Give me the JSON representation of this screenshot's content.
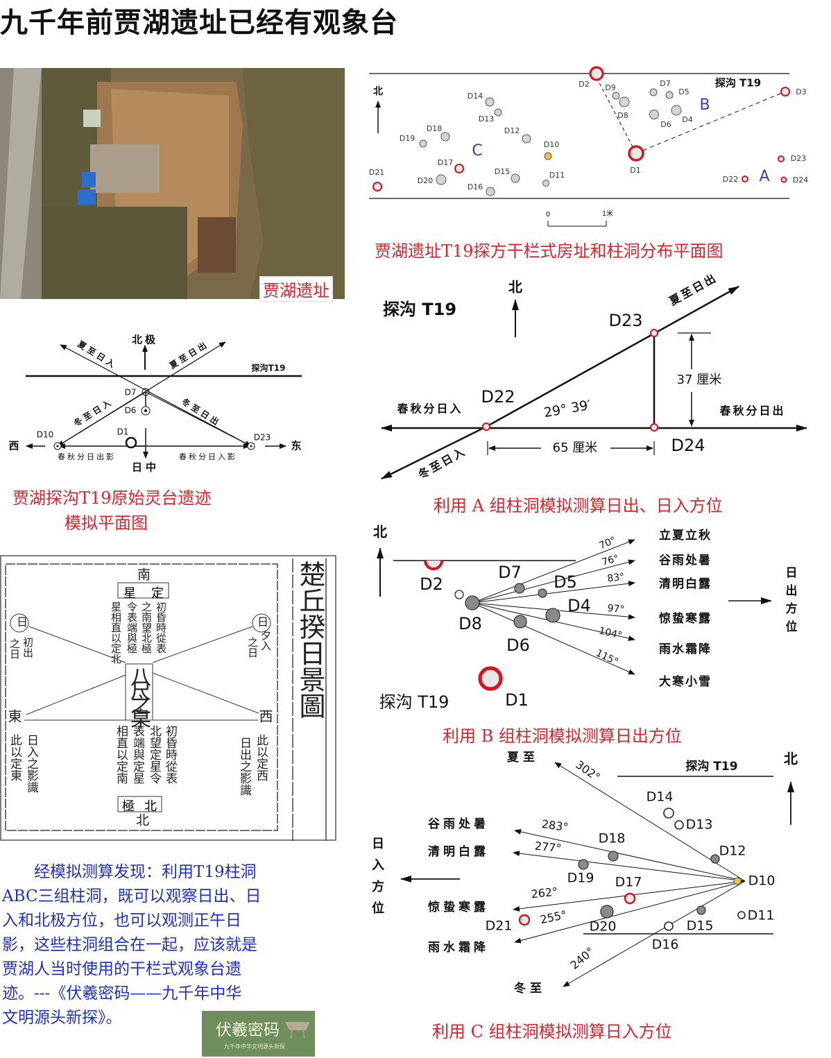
{
  "title": "九千年前贾湖遗址已经有观象台",
  "photo": {
    "caption": "贾湖遗址"
  },
  "plan": {
    "north": "北",
    "trench": "探沟 T19",
    "groups": [
      "A",
      "B",
      "C"
    ],
    "scale": {
      "zero": "0",
      "one": "1米"
    },
    "holes": [
      {
        "label": "D1",
        "kind": "red-large"
      },
      {
        "label": "D2",
        "kind": "red-half"
      },
      {
        "label": "D3",
        "kind": "red"
      },
      {
        "label": "D4",
        "kind": "gray"
      },
      {
        "label": "D5",
        "kind": "gray"
      },
      {
        "label": "D6",
        "kind": "gray"
      },
      {
        "label": "D7",
        "kind": "gray"
      },
      {
        "label": "D8",
        "kind": "gray"
      },
      {
        "label": "D9",
        "kind": "gray"
      },
      {
        "label": "D10",
        "kind": "yellow"
      },
      {
        "label": "D11",
        "kind": "gray"
      },
      {
        "label": "D12",
        "kind": "gray"
      },
      {
        "label": "D13",
        "kind": "gray"
      },
      {
        "label": "D14",
        "kind": "gray"
      },
      {
        "label": "D15",
        "kind": "gray"
      },
      {
        "label": "D16",
        "kind": "gray"
      },
      {
        "label": "D17",
        "kind": "red"
      },
      {
        "label": "D18",
        "kind": "gray"
      },
      {
        "label": "D19",
        "kind": "gray"
      },
      {
        "label": "D20",
        "kind": "gray"
      },
      {
        "label": "D21",
        "kind": "red"
      },
      {
        "label": "D22",
        "kind": "red"
      },
      {
        "label": "D23",
        "kind": "red"
      },
      {
        "label": "D24",
        "kind": "red"
      }
    ],
    "caption": "贾湖遗址T19探方干栏式房址和柱洞分布平面图"
  },
  "left_diagram": {
    "north_pole": "北极",
    "trench": "探沟T19",
    "summer_sunset": "夏至日入",
    "summer_sunrise": "夏至日出",
    "winter_sunset": "冬至日入",
    "winter_sunrise": "冬至日出",
    "d7": "D7",
    "d6": "D6",
    "d1": "D1",
    "d10": "D10",
    "d23": "D23",
    "west": "西",
    "east": "东",
    "equinox_sunrise_shadow": "春秋分日出影",
    "equinox_sunset_shadow": "春秋分日入影",
    "noon": "日中",
    "caption_lines": [
      "贾湖探沟T19原始灵台遗迹",
      "模拟平面图"
    ]
  },
  "diagram_a": {
    "trench": "探沟  T19",
    "north": "北",
    "d23": "D23",
    "d22": "D22",
    "d24": "D24",
    "summer_sunrise": "夏至日出",
    "winter_sunset": "冬至日入",
    "equinox_sunset": "春秋分日入",
    "equinox_sunrise": "春秋分日出",
    "height": "37 厘米",
    "width": "65 厘米",
    "angle": "29° 39′",
    "caption": "利用 A 组柱洞模拟测算日出、日入方位"
  },
  "diagram_b": {
    "north": "北",
    "trench": "探沟 T19",
    "direction": "日出方位",
    "holes": [
      "D2",
      "D7",
      "D5",
      "D8",
      "D4",
      "D6",
      "D1"
    ],
    "rays": [
      {
        "angle": "70°",
        "term": "立夏立秋"
      },
      {
        "angle": "76°",
        "term": "谷雨处暑"
      },
      {
        "angle": "83°",
        "term": "清明白露"
      },
      {
        "angle": "97°",
        "term": "惊蛰寒露"
      },
      {
        "angle": "104°",
        "term": "雨水霜降"
      },
      {
        "angle": "115°",
        "term": "大寒小雪"
      }
    ],
    "caption": "利用 B 组柱洞模拟测算日出方位"
  },
  "ancient": {
    "title": "楚丘揆日景圖",
    "south": "南",
    "north": "北",
    "east": "東",
    "west": "西",
    "star_box": "定星",
    "pole_box": "北極",
    "sun": "日",
    "gnomon": "八尺之臬",
    "top_cols": [
      "初昏時從表",
      "之南望北極",
      "令表端與極",
      "星相直以定北"
    ],
    "bottom_cols": [
      "初昏時從表",
      "北望定星令",
      "表端與定星",
      "相直以定南"
    ],
    "sunrise_cols": [
      "初出",
      "之日"
    ],
    "sunset_cols": [
      "夕入",
      "之日"
    ],
    "left_bottom_cols": [
      "日入之影識",
      "此以定東"
    ],
    "right_bottom_cols": [
      "此以定西",
      "日出之影識"
    ]
  },
  "diagram_c": {
    "summer": "夏至",
    "winter": "冬至",
    "trench": "探沟  T19",
    "north": "北",
    "direction": "日入方位",
    "holes": [
      "D10",
      "D11",
      "D12",
      "D13",
      "D14",
      "D15",
      "D16",
      "D17",
      "D18",
      "D19",
      "D20",
      "D21"
    ],
    "rays": [
      {
        "angle": "302°",
        "term": ""
      },
      {
        "angle": "283°",
        "term": "谷雨处暑"
      },
      {
        "angle": "277°",
        "term": "清明白露"
      },
      {
        "angle": "262°",
        "term": "惊蛰寒露"
      },
      {
        "angle": "255°",
        "term": "雨水霜降"
      },
      {
        "angle": "240°",
        "term": ""
      }
    ],
    "caption": "利用 C 组柱洞模拟测算日入方位"
  },
  "paragraph": [
    "　　经模拟测算发现：利用T19柱洞",
    "ABC三组柱洞，既可以观察日出、日",
    "入和北极方位，也可以观测正午日",
    "影，这些柱洞组合在一起，应该就是",
    "贾湖人当时使用的干栏式观象台遗",
    "迹。---《伏羲密码——九千年中华",
    "文明源头新探》。"
  ],
  "logo": {
    "title": "伏羲密码",
    "subtitle": "九千年中华文明源头新探"
  },
  "colors": {
    "caption_red": "#e0202a",
    "paragraph_blue": "#1f2fc4",
    "hole_red": "#d8141c",
    "hole_gray": "#d4d4d4",
    "hole_yellow": "#f0c43a",
    "logo_green": "#6e8f5c"
  }
}
